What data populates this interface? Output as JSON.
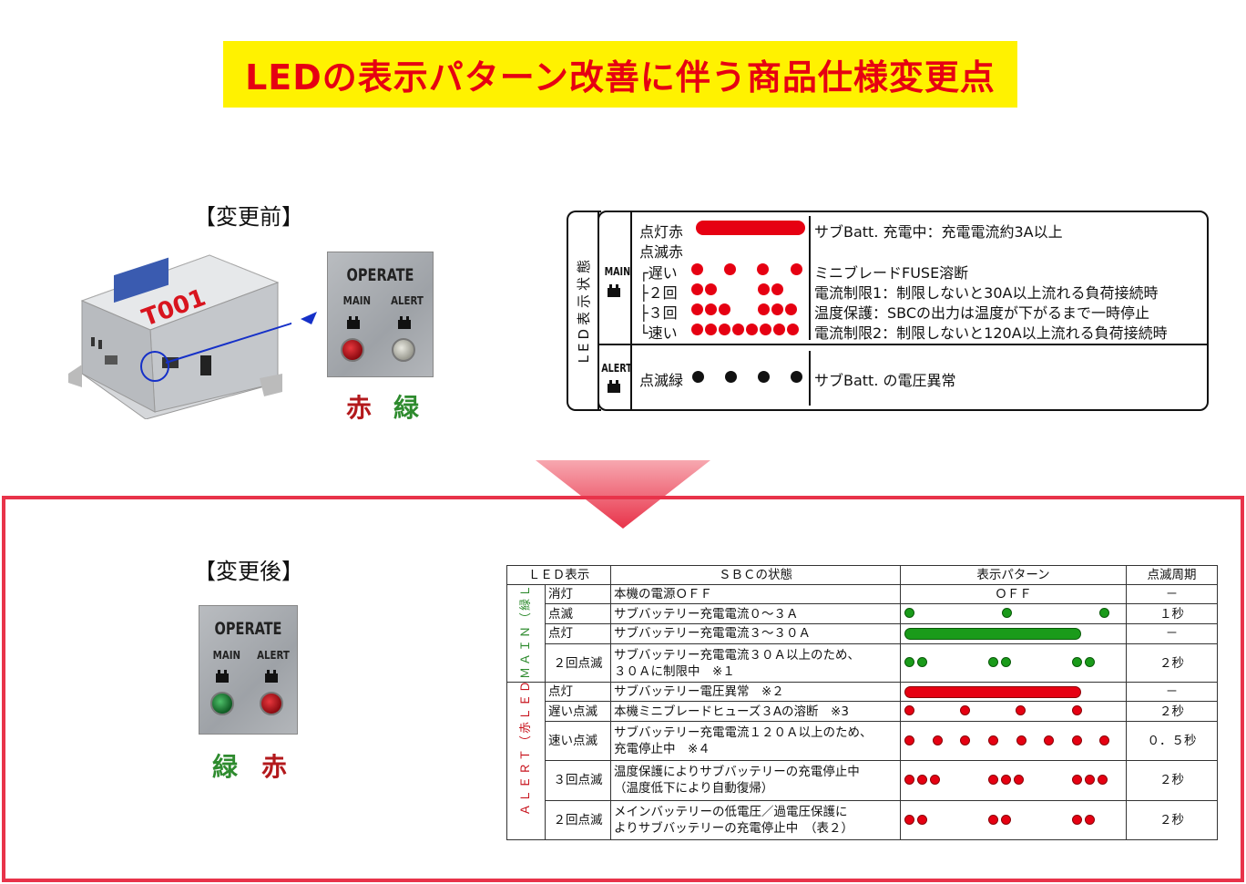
{
  "title": "LEDの表示パターン改善に伴う商品仕様変更点",
  "before": {
    "label": "【変更前】",
    "panel": {
      "title": "OPERATE",
      "left": "MAIN",
      "right": "ALERT"
    },
    "colors": {
      "left": "赤",
      "right": "緑"
    }
  },
  "after": {
    "label": "【変更後】",
    "panel": {
      "title": "OPERATE",
      "left": "MAIN",
      "right": "ALERT"
    },
    "colors": {
      "left": "緑",
      "right": "赤"
    }
  },
  "old_spec": {
    "side_label": "LED表示状態",
    "main_label": "MAIN",
    "alert_label": "ALERT",
    "rows": [
      {
        "label": "点灯赤",
        "desc": "サブBatt. 充電中：充電電流約3A以上"
      },
      {
        "label": "点滅赤",
        "desc": ""
      },
      {
        "label": "┌遅い",
        "desc": "ミニブレードFUSE溶断"
      },
      {
        "label": "├２回",
        "desc": "電流制限1：制限しないと30A以上流れる負荷接続時"
      },
      {
        "label": "├３回",
        "desc": "温度保護：SBCの出力は温度が下がるまで一時停止"
      },
      {
        "label": "└速い",
        "desc": "電流制限2：制限しないと120A以上流れる負荷接続時"
      }
    ],
    "alert_row": {
      "label": "点滅緑",
      "desc": "サブBatt. の電圧異常"
    }
  },
  "new_table": {
    "headers": [
      "ＬＥＤ表示",
      "ＳＢＣの状態",
      "表示パターン",
      "点滅周期"
    ],
    "main_group": "ＭＡＩＮ（緑ＬＥＤ）",
    "alert_group": "ＡＬＥＲＴ（赤ＬＥＤ）",
    "main_rows": [
      {
        "mode": "消灯",
        "state1": "本機の電源ＯＦＦ",
        "state2": "",
        "pattern_text": "ＯＦＦ",
        "period": "－"
      },
      {
        "mode": "点滅",
        "state1": "サブバッテリー充電電流０～３Ａ",
        "state2": "",
        "pattern_text": "",
        "period": "１秒"
      },
      {
        "mode": "点灯",
        "state1": "サブバッテリー充電電流３～３０Ａ",
        "state2": "",
        "pattern_text": "",
        "period": "－"
      },
      {
        "mode": "２回点滅",
        "state1": "サブバッテリー充電電流３０Ａ以上のため、",
        "state2": "３０Ａに制限中　※１",
        "pattern_text": "",
        "period": "２秒"
      }
    ],
    "alert_rows": [
      {
        "mode": "点灯",
        "state1": "サブバッテリー電圧異常　※２",
        "state2": "",
        "pattern_text": "",
        "period": "－"
      },
      {
        "mode": "遅い点滅",
        "state1": "本機ミニブレードヒューズ３Aの溶断　※3",
        "state2": "",
        "pattern_text": "",
        "period": "２秒"
      },
      {
        "mode": "速い点滅",
        "state1": "サブバッテリー充電電流１２０Ａ以上のため、",
        "state2": "充電停止中　※４",
        "pattern_text": "",
        "period": "０．５秒"
      },
      {
        "mode": "３回点滅",
        "state1": "温度保護によりサブバッテリーの充電停止中",
        "state2": "（温度低下により自動復帰）",
        "pattern_text": "",
        "period": "２秒"
      },
      {
        "mode": "２回点滅",
        "state1": "メインバッテリーの低電圧／過電圧保護に",
        "state2": "よりサブバッテリーの充電停止中　（表２）",
        "pattern_text": "",
        "period": "２秒"
      }
    ]
  },
  "colors": {
    "accent_red": "#e60012",
    "title_bg": "#fff200",
    "frame_red": "#e8334a",
    "led_green": "#1a9b1a"
  }
}
